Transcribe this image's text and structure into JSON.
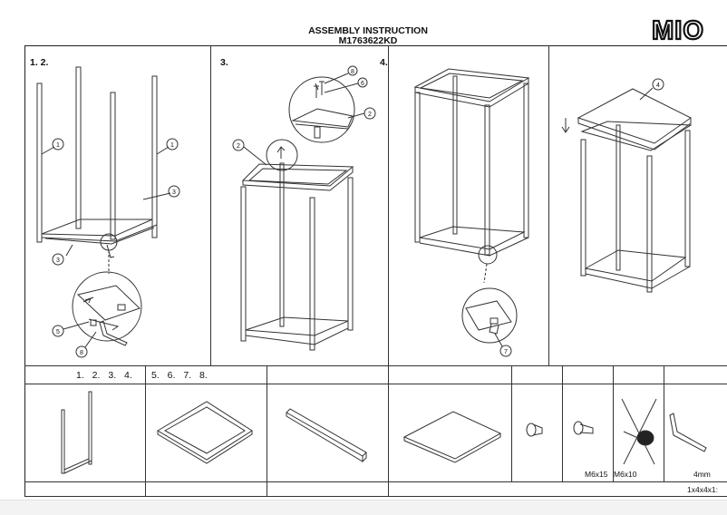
{
  "header": {
    "title": "ASSEMBLY INSTRUCTION",
    "model": "M1763622KD",
    "brand": "MIO"
  },
  "steps": {
    "s12": "1. 2.",
    "s3": "3.",
    "s4": "4."
  },
  "parts_header": {
    "left": "1.  2.  3.  4.",
    "right": "5.  6.  7.  8."
  },
  "callouts": {
    "one": "1",
    "two": "2",
    "three": "3",
    "four": "4",
    "five": "5",
    "six": "6",
    "seven": "7",
    "eight": "8"
  },
  "parts": {
    "m6x15": "M6x15",
    "m6x10": "M6x10",
    "wrench": "4mm",
    "quantity_row": "1x4x4x1:"
  },
  "colors": {
    "line": "#333333",
    "background": "#ffffff",
    "footer_band": "#f3f3f3"
  }
}
